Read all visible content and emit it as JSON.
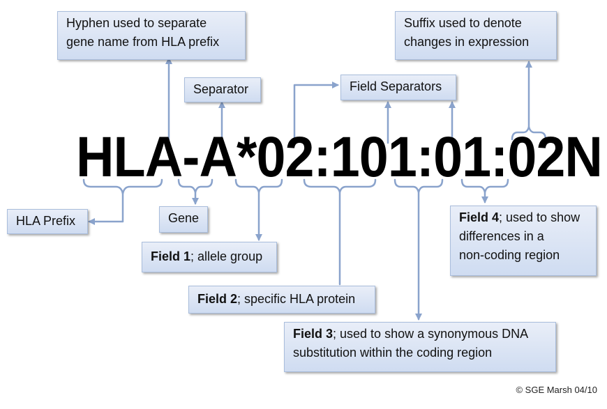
{
  "allele_name": "HLA-A*02:101:01:02N",
  "labels": {
    "hyphen_line1": "Hyphen used to separate",
    "hyphen_line2": "gene name from HLA prefix",
    "separator": "Separator",
    "field_separators": "Field Separators",
    "suffix_line1": "Suffix used to denote",
    "suffix_line2": "changes in expression",
    "hla_prefix": "HLA Prefix",
    "gene": "Gene",
    "field1_bold": "Field 1",
    "field1_rest": "; allele group",
    "field2_bold": "Field 2",
    "field2_rest": "; specific HLA protein",
    "field3_bold": "Field 3",
    "field3_rest_line1": "; used to show a synonymous DNA",
    "field3_line2": "substitution within the coding region",
    "field4_bold": "Field 4",
    "field4_rest_line1": "; used to show",
    "field4_line2": "differences in a",
    "field4_line3": "non-coding region"
  },
  "copyright": "© SGE Marsh 04/10",
  "colors": {
    "line": "#8aa3cc",
    "box_top": "#e9eef8",
    "box_bottom": "#cfdcf1"
  }
}
